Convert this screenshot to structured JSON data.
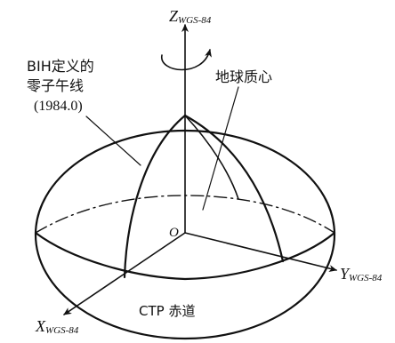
{
  "axes": {
    "z": {
      "main": "Z",
      "sub": "WGS-84"
    },
    "x": {
      "main": "X",
      "sub": "WGS-84"
    },
    "y": {
      "main": "Y",
      "sub": "WGS-84"
    }
  },
  "labels": {
    "bih_line1": "BIH定义的",
    "bih_line2": "零子午线",
    "bih_line3": "(1984.0)",
    "geocenter": "地球质心",
    "origin": "O",
    "equator": "CTP 赤道"
  }
}
